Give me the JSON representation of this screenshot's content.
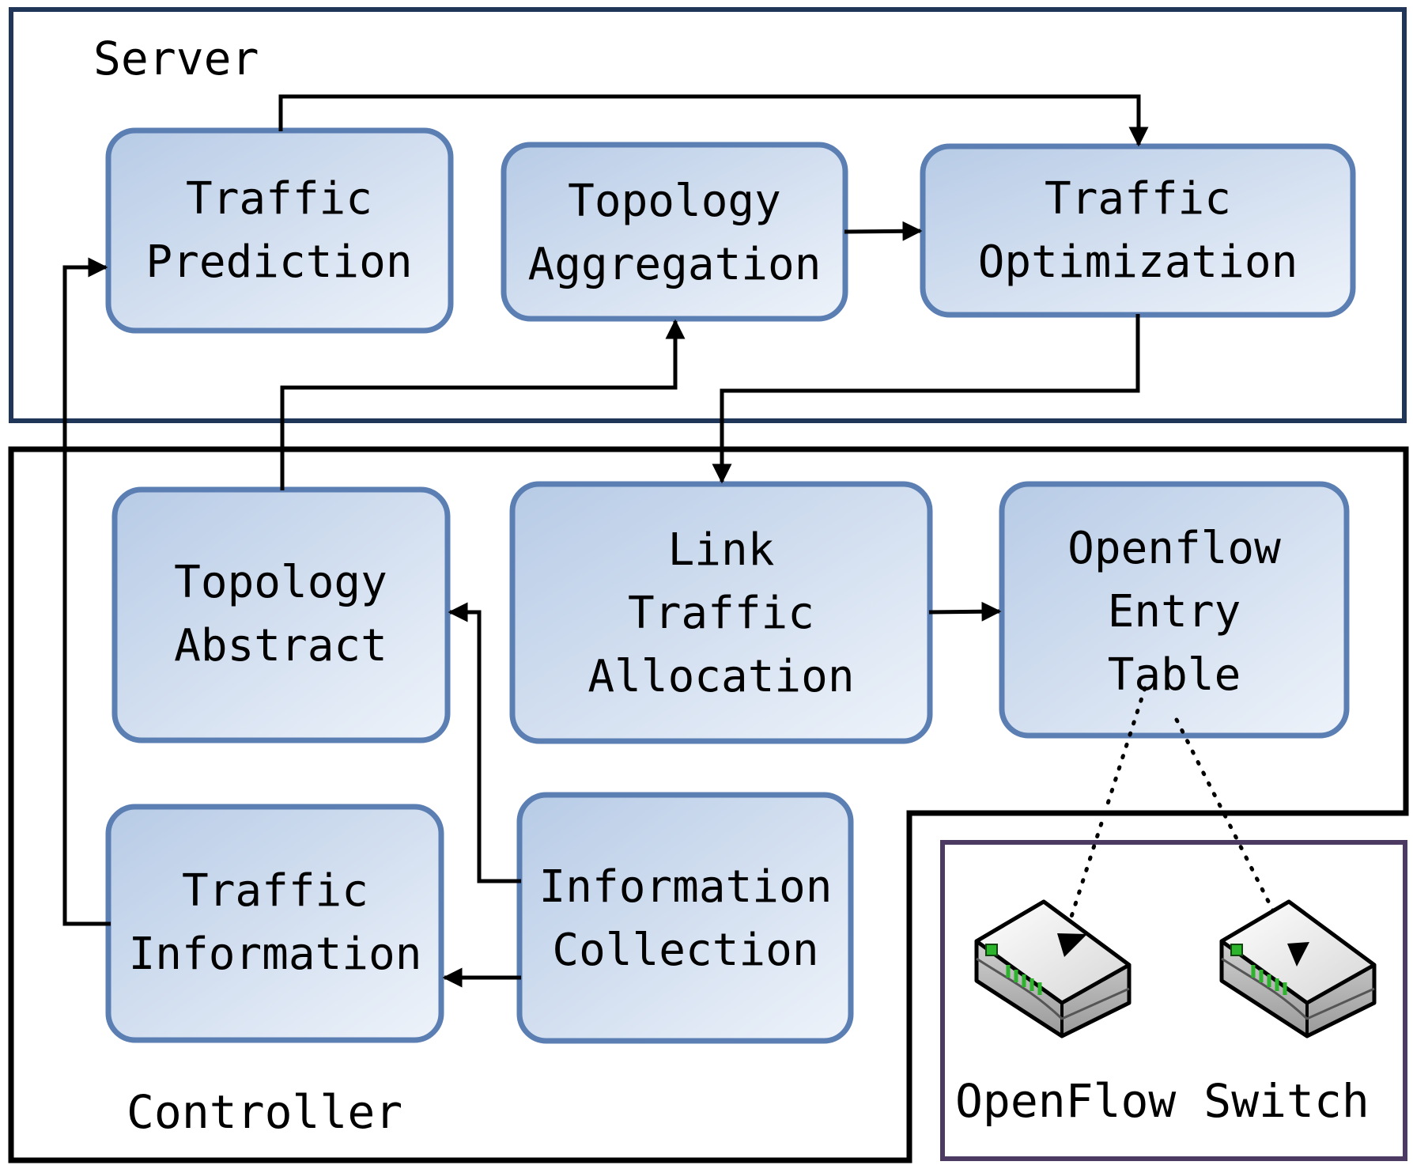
{
  "regions": {
    "server": {
      "label": "Server"
    },
    "controller": {
      "label": "Controller"
    },
    "switch_area": {
      "label": "OpenFlow Switch"
    }
  },
  "boxes": {
    "traffic_prediction": {
      "lines": [
        "Traffic",
        "Prediction"
      ]
    },
    "topology_aggregation": {
      "lines": [
        "Topology",
        "Aggregation"
      ]
    },
    "traffic_optimization": {
      "lines": [
        "Traffic",
        "Optimization"
      ]
    },
    "topology_abstract": {
      "lines": [
        "Topology",
        "Abstract"
      ]
    },
    "link_traffic_allocation": {
      "lines": [
        "Link",
        "Traffic",
        "Allocation"
      ]
    },
    "openflow_entry_table": {
      "lines": [
        "Openflow",
        "Entry",
        "Table"
      ]
    },
    "traffic_information": {
      "lines": [
        "Traffic",
        "Information"
      ]
    },
    "information_collection": {
      "lines": [
        "Information",
        "Collection"
      ]
    }
  },
  "icons": [
    "openflow-switch-icon",
    "openflow-switch-icon"
  ],
  "colors": {
    "box_border": "#5b7fb3",
    "box_fill_dark": "#b7cbe6",
    "box_fill_light": "#eef3fa",
    "server_border": "#1f3658",
    "controller_border": "#000000",
    "switch_border": "#4d3a63",
    "switch_led": "#2db42d"
  }
}
